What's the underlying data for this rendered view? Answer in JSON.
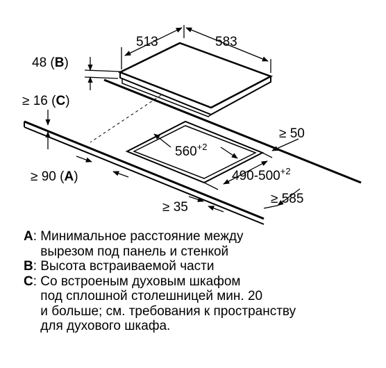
{
  "diagram": {
    "dimensions": {
      "hob_depth": "513",
      "hob_width": "583",
      "thickness_a": "48 (",
      "thickness_b": "B",
      "thickness_c": ")",
      "clearance_c_a": "≥ 16 (",
      "clearance_c_b": "C",
      "clearance_c_c": ")",
      "wall_distance": "≥ 50",
      "cutout_width_base": "560",
      "cutout_width_tol": "+2",
      "cutout_depth_base": "490-500",
      "cutout_depth_tol": "+2",
      "clearance_a_a": "≥ 90 (",
      "clearance_a_b": "A",
      "clearance_a_c": ")",
      "worktop_depth": "≥ 585",
      "front_edge": "≥ 35"
    }
  },
  "legend": [
    {
      "key": "A",
      "lines": [
        "Минимальное расстояние между",
        "вырезом под панель и стенкой"
      ]
    },
    {
      "key": "B",
      "lines": [
        "Высота встраиваемой части"
      ]
    },
    {
      "key": "C",
      "lines": [
        "Со встроеным духовым шкафом",
        "под сплошной столешницей мин. 20",
        "и больше; см. требования к пространству",
        "для духового шкафа."
      ]
    }
  ],
  "legend_separator": ": "
}
